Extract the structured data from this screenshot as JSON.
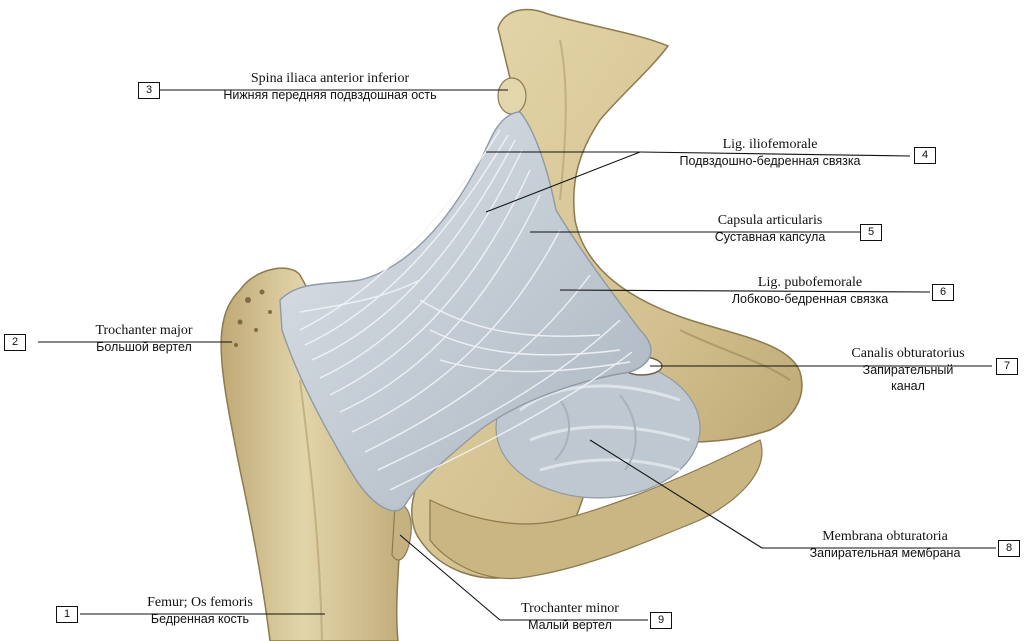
{
  "labels": [
    {
      "id": "1",
      "number": "1",
      "latin": "Femur; Os femoris",
      "russian": "Бедренная кость"
    },
    {
      "id": "2",
      "number": "2",
      "latin": "Trochanter major",
      "russian": "Большой вертел"
    },
    {
      "id": "3",
      "number": "3",
      "latin": "Spina iliaca anterior inferior",
      "russian": "Нижняя передняя подвздошная ость"
    },
    {
      "id": "4",
      "number": "4",
      "latin": "Lig. iliofemorale",
      "russian": "Подвздошно-бедренная связка"
    },
    {
      "id": "5",
      "number": "5",
      "latin": "Capsula articularis",
      "russian": "Суставная капсула"
    },
    {
      "id": "6",
      "number": "6",
      "latin": "Lig. pubofemorale",
      "russian": "Лобково-бедренная связка"
    },
    {
      "id": "7",
      "number": "7",
      "latin": "Canalis obturatorius",
      "russian": "Запирательный канал"
    },
    {
      "id": "8",
      "number": "8",
      "latin": "Membrana obturatoria",
      "russian": "Запирательная мембрана"
    },
    {
      "id": "9",
      "number": "9",
      "latin": "Trochanter minor",
      "russian": "Малый вертел"
    }
  ],
  "colors": {
    "bone": "#d8c89a",
    "bone_shade": "#a89566",
    "ligament": "#c9d0d8",
    "ligament_line": "#eef2f6",
    "membrane": "#bcc6cf",
    "leader": "#111111"
  }
}
